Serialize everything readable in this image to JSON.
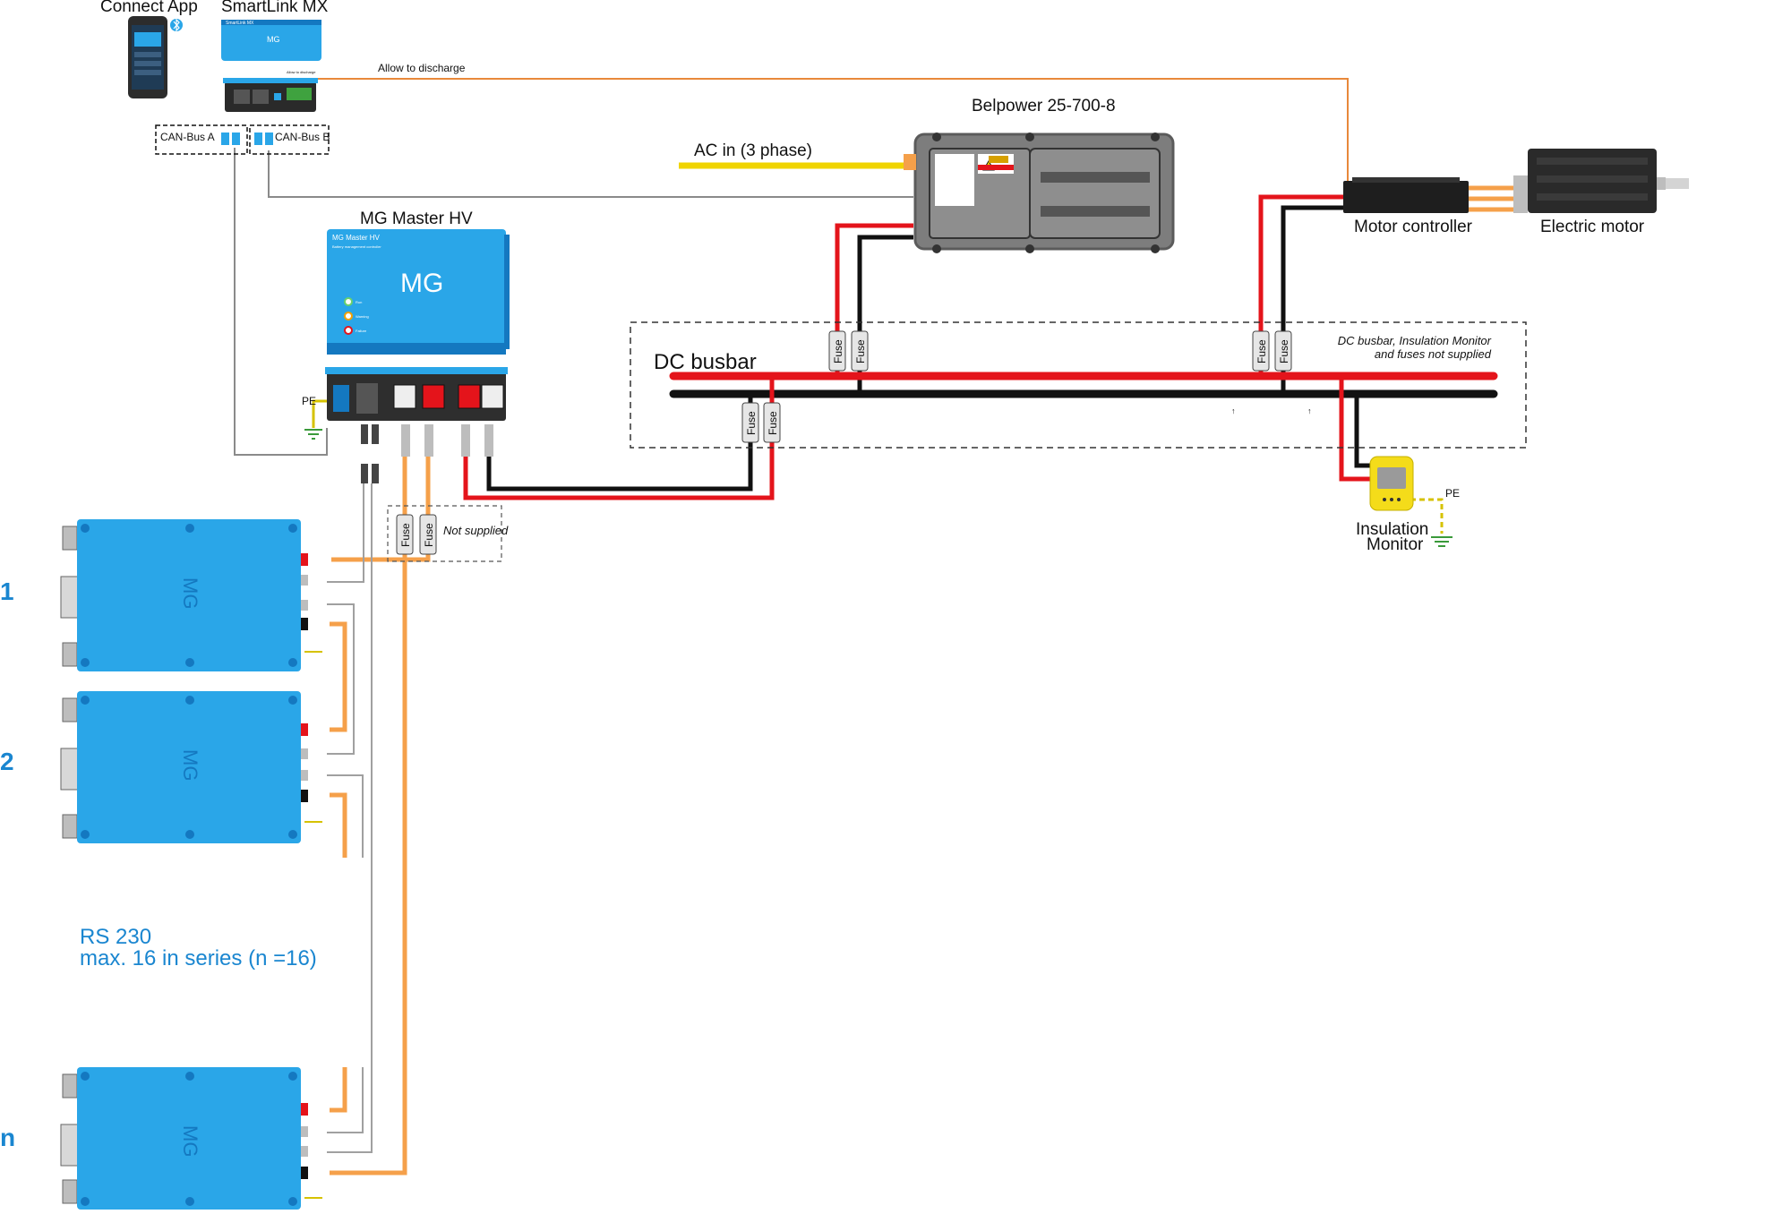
{
  "colors": {
    "dc_positive": "#e4141b",
    "dc_negative": "#111111",
    "ac_line": "#f0d400",
    "battery_link": "#f5a04a",
    "signal_line": "#e8883a",
    "can_line": "#8a8a8a",
    "device_blue": "#2aa6e8",
    "device_blue_dark": "#1478c0",
    "inverter_grey": "#7d7d7d",
    "pe_yellow": "#d6c200",
    "pe_green": "#3a9a3a",
    "insulation_yellow": "#f4dc1a",
    "label_blue": "#1a86d0"
  },
  "labels": {
    "connect_app": "Connect App",
    "smartlink": "SmartLink MX",
    "allow_discharge": "Allow to discharge",
    "allow_discharge_small": "Allow to discharge",
    "can_a": "CAN-Bus A",
    "can_b": "CAN-Bus B",
    "mg_master": "MG Master HV",
    "belpower": "Belpower 25-700-8",
    "ac_in": "AC in (3 phase)",
    "motor_controller": "Motor controller",
    "electric_motor": "Electric motor",
    "dc_busbar": "DC busbar",
    "note_line1": "DC busbar, Insulation Monitor",
    "note_line2": "and fuses not supplied",
    "insulation_line1": "Insulation",
    "insulation_line2": "Monitor",
    "pe": "PE",
    "pe_master": "PE",
    "not_supplied": "Not supplied",
    "fuse": "Fuse",
    "rs_line1": "RS 230",
    "rs_line2": "max. 16 in series (n =16)",
    "battery_1": "1",
    "battery_2": "2",
    "battery_n": "n",
    "mg_logo": "MG",
    "master_title": "MG Master HV",
    "master_subtitle": "Battery management controller",
    "master_run": "Run",
    "master_warning": "Warning",
    "master_failure": "Failure",
    "smartlink_brand": "SmartLink MX",
    "tick_a": "↑",
    "tick_b": "↑"
  }
}
